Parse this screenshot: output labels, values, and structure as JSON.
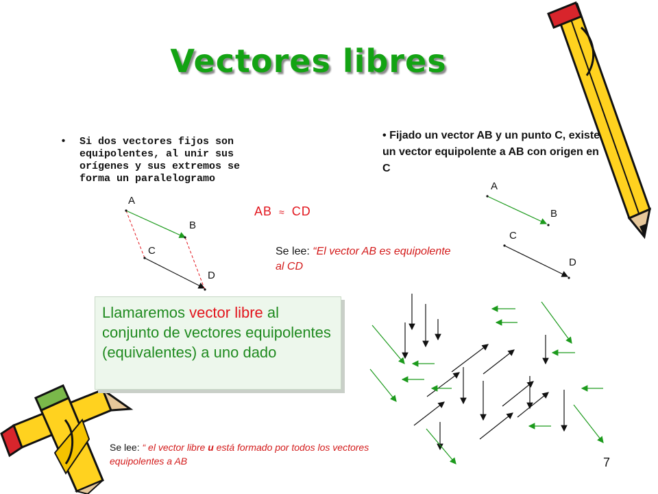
{
  "slide": {
    "title": "Vectores libres",
    "page_number": "7"
  },
  "left_bullet": {
    "bullet": "•",
    "text": "Si dos vectores fijos son equipolentes, al unir sus orígenes y sus extremos se forma un paralelogramo"
  },
  "right_bullet": {
    "bullet": "•",
    "text": "Fijado un vector AB y un punto C, existe un vector equipolente a AB con   origen en C"
  },
  "figure_left": {
    "labels": {
      "a": "A",
      "b": "B",
      "c": "C",
      "d": "D"
    }
  },
  "figure_right": {
    "labels": {
      "a": "A",
      "b": "B",
      "c": "C",
      "d": "D"
    }
  },
  "equipolence": {
    "left": "AB",
    "symbol": "≈",
    "right": "CD"
  },
  "read_1": {
    "prefix": "Se lee:",
    "quote": "“El vector AB es equipolente al CD"
  },
  "definition": {
    "part1": "Llamaremos ",
    "highlight1": "vector",
    "part2": " ",
    "highlight2": "libre",
    "part3": " al conjunto de vectores equipolentes (equivalentes) a uno dado"
  },
  "read_2": {
    "prefix": "Se lee: ",
    "quote_a": "“ el vector libre ",
    "symbol": "u",
    "quote_b": " está formado por todos los vectores equipolentes a AB"
  },
  "colors": {
    "title_green": "#13a313",
    "vector_green": "#1c9a1c",
    "accent_red": "#e2141c",
    "definition_bg": "#edf7ec"
  }
}
